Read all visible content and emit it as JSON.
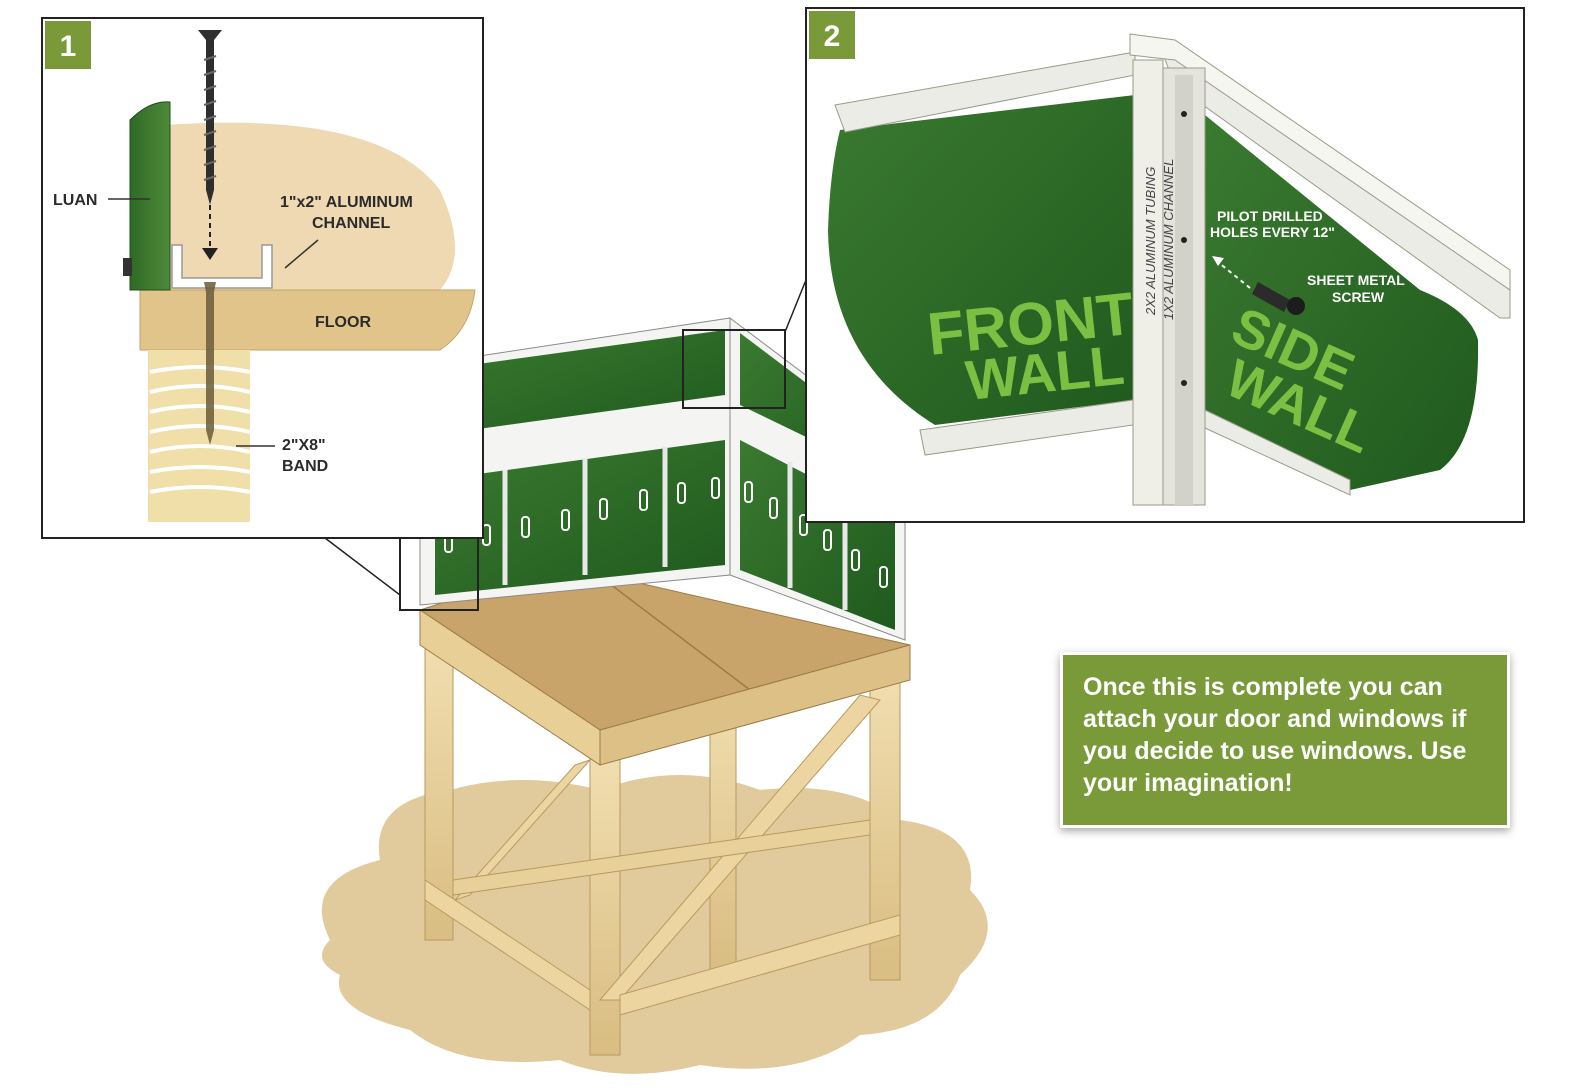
{
  "panel1": {
    "number": "1",
    "labels": {
      "luan": "LUAN",
      "channel_line1": "1\"x2\" ALUMINUM",
      "channel_line2": "CHANNEL",
      "floor": "FLOOR",
      "band_line1": "2\"X8\"",
      "band_line2": "BAND"
    }
  },
  "panel2": {
    "number": "2",
    "labels": {
      "front_wall_line1": "FRONT",
      "front_wall_line2": "WALL",
      "side_wall_line1": "SIDE",
      "side_wall_line2": "WALL",
      "tubing": "2X2 ALUMINUM TUBING",
      "channel": "1X2 ALUMINUM CHANNEL",
      "pilot_line1": "PILOT DRILLED",
      "pilot_line2": "HOLES EVERY 12\"",
      "screw_line1": "SHEET METAL",
      "screw_line2": "SCREW"
    }
  },
  "callout": {
    "text": "Once this is complete you can attach your door and windows if you decide to use windows. Use your imagination!"
  },
  "colors": {
    "badge_green": "#7a9a3a",
    "wall_green": "#2f6e2a",
    "wall_word_green": "#7bc043",
    "wood": "#e3c98e",
    "plywood": "#c9a46a",
    "ground": "#d9c08c"
  }
}
